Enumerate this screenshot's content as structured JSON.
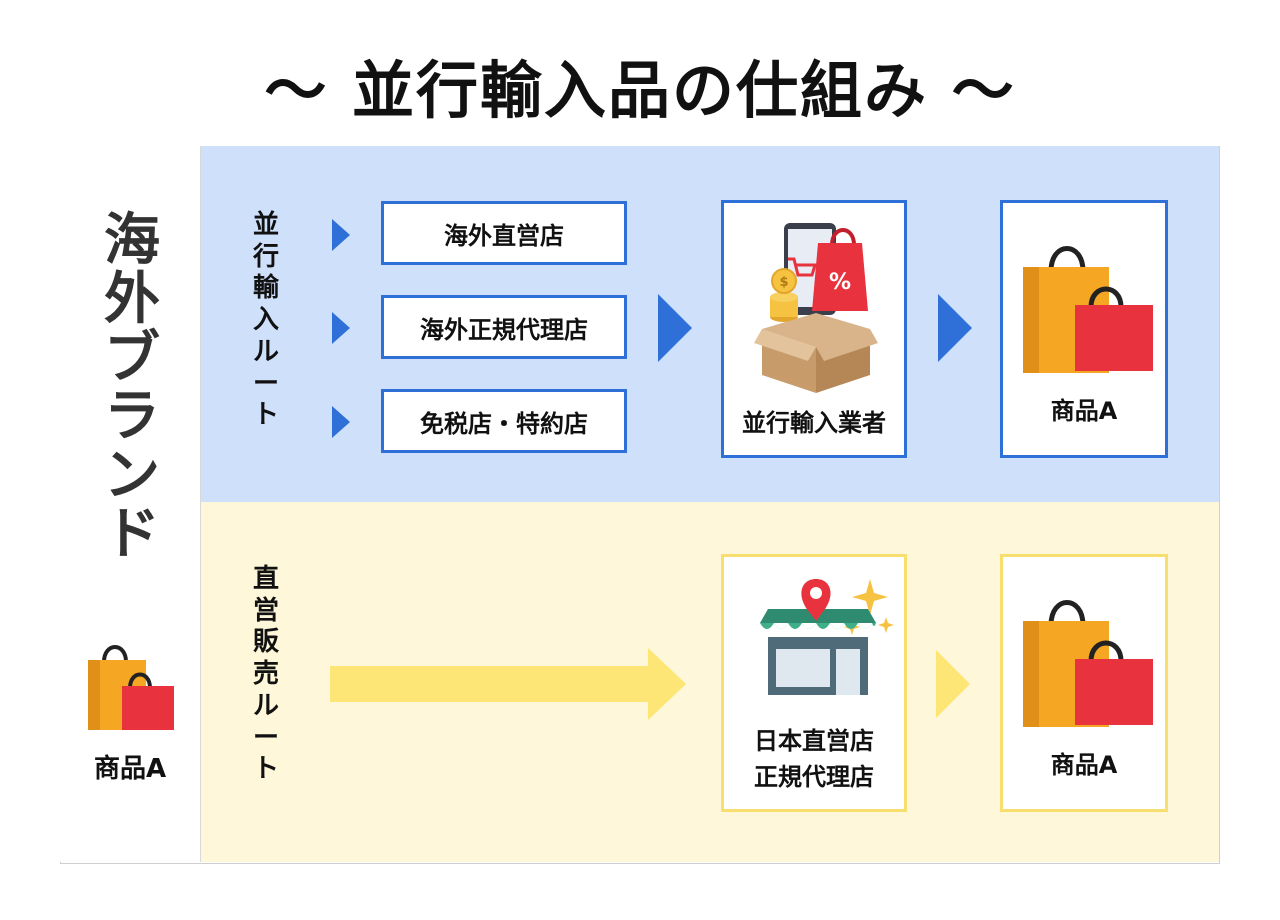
{
  "title": "〜 並行輸入品の仕組み 〜",
  "brand": {
    "label_chars": [
      "海",
      "外",
      "ブ",
      "ラ",
      "ン",
      "ド"
    ],
    "product_label": "商品A"
  },
  "parallel_route": {
    "label_chars": [
      "並",
      "行",
      "輸",
      "入",
      "ル",
      "ー",
      "ト"
    ],
    "sources": [
      "海外直営店",
      "海外正規代理店",
      "免税店・特約店"
    ],
    "importer_label": "並行輸入業者",
    "importer_icon_badge": "%",
    "product_label": "商品A"
  },
  "direct_route": {
    "label_chars": [
      "直",
      "営",
      "販",
      "売",
      "ル",
      "ー",
      "ト"
    ],
    "store_label_line1": "日本直営店",
    "store_label_line2": "正規代理店",
    "product_label": "商品A"
  },
  "colors": {
    "blue_band": "#cfe0fb",
    "yellow_band": "#fef7d9",
    "blue_accent": "#2f6fd8",
    "yellow_accent": "#fde676",
    "bag_orange": "#f5a623",
    "bag_red": "#e8333f"
  }
}
